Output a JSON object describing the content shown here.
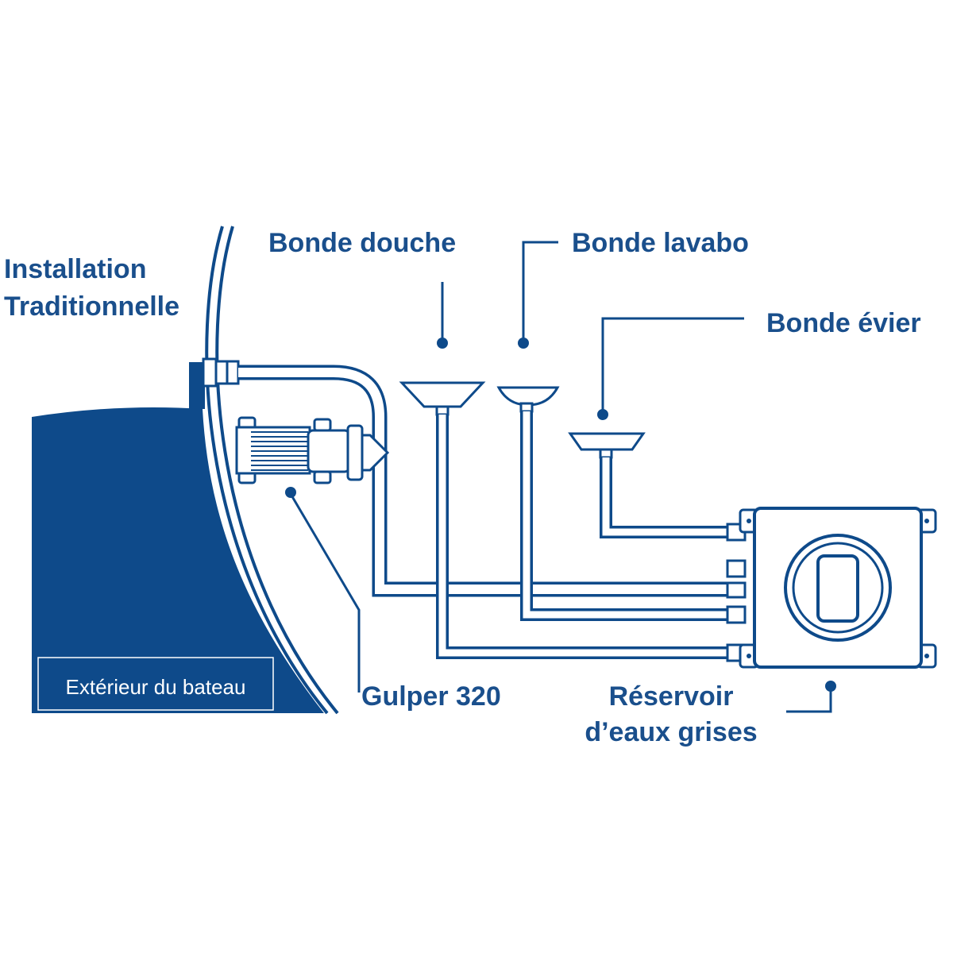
{
  "title": {
    "line1": "Installation",
    "line2": "Traditionnelle"
  },
  "labels": {
    "bonde_douche": "Bonde douche",
    "bonde_lavabo": "Bonde lavabo",
    "bonde_evier": "Bonde évier",
    "gulper": "Gulper 320",
    "reservoir_line1": "Réservoir",
    "reservoir_line2": "d’eaux grises",
    "exterieur": "Extérieur du bateau"
  },
  "colors": {
    "navy": "#0e4a8a",
    "label_text": "#1a4f8c",
    "background": "#ffffff"
  }
}
